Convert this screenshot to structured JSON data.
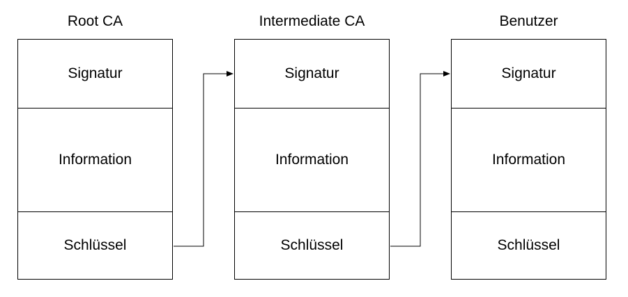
{
  "certificates": [
    {
      "title": "Root CA",
      "fields": {
        "signature": "Signatur",
        "information": "Information",
        "key": "Schlüssel"
      }
    },
    {
      "title": "Intermediate CA",
      "fields": {
        "signature": "Signatur",
        "information": "Information",
        "key": "Schlüssel"
      }
    },
    {
      "title": "Benutzer",
      "fields": {
        "signature": "Signatur",
        "information": "Information",
        "key": "Schlüssel"
      }
    }
  ],
  "connections": [
    {
      "from": "Root CA key",
      "to": "Intermediate CA signature"
    },
    {
      "from": "Intermediate CA key",
      "to": "Benutzer signature"
    }
  ],
  "colors": {
    "line": "#000000",
    "background": "#ffffff"
  }
}
